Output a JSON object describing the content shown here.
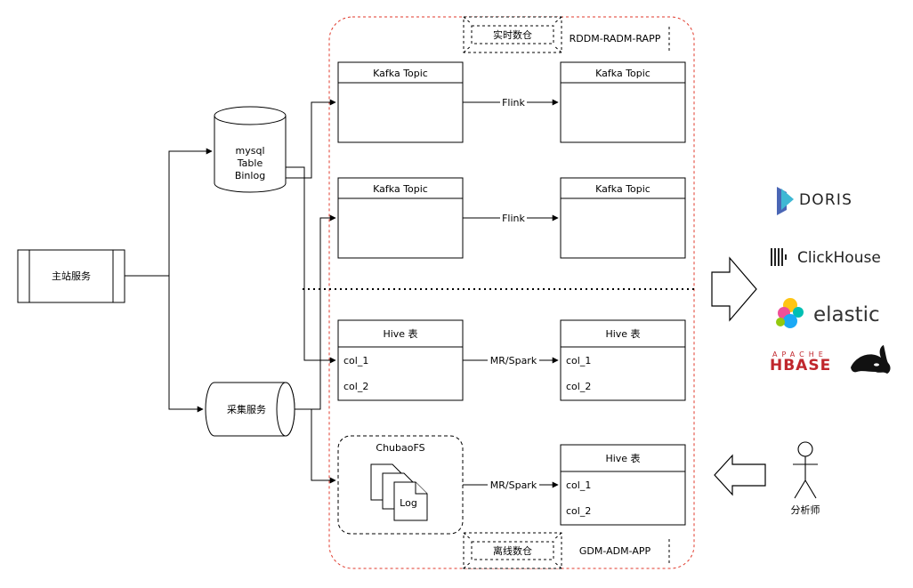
{
  "nodes": {
    "main_service": "主站服务",
    "mysql": [
      "mysql",
      "Table",
      "Binlog"
    ],
    "collector": "采集服务",
    "analyst": "分析师"
  },
  "realtime": {
    "tag": "实时数仓",
    "layers": "RDDM-RADM-RAPP",
    "topic_label": "Kafka Topic",
    "edge_label": "Flink"
  },
  "offline": {
    "tag": "离线数仓",
    "layers": "GDM-ADM-APP",
    "hive_label": "Hive 表",
    "cols": [
      "col_1",
      "col_2"
    ],
    "edge_label": "MR/Spark",
    "fs_title": "ChubaoFS",
    "log_label": "Log"
  },
  "engines": {
    "doris": "DORIS",
    "clickhouse": "ClickHouse",
    "elastic": "elastic",
    "hbase_apache": "APACHE",
    "hbase": "HBASE"
  },
  "colors": {
    "dashed_region": "#e0392b",
    "doris_a": "#4a66b5",
    "doris_b": "#3fb8d4",
    "elastic_pink": "#ef5098",
    "elastic_yellow": "#fec514",
    "elastic_teal": "#00bfb3",
    "elastic_blue": "#1ba9f5",
    "elastic_green": "#93c90e",
    "hbase_red": "#c0272d"
  }
}
